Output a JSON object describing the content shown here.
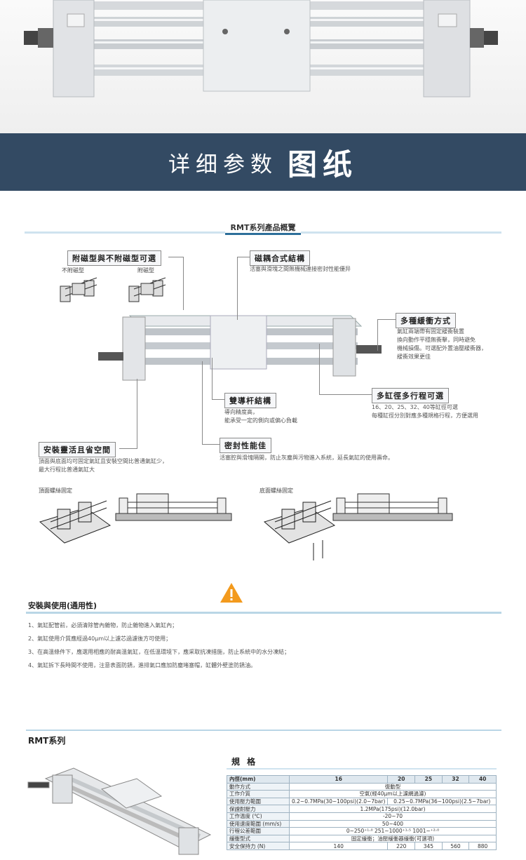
{
  "banner": {
    "thin": "详细参数",
    "bold": "图纸"
  },
  "overview": {
    "title": "RMT系列產品概覽",
    "tags": {
      "magnetic_choice": "附磁型與不附磁型可選",
      "magnetic_coupling": "磁耦合式結構",
      "buffer": "多種緩衝方式",
      "double_rod": "雙導杆結構",
      "multi_stroke": "多缸徑多行程可選",
      "install": "安裝靈活且省空間",
      "seal": "密封性能佳"
    },
    "subs": {
      "non_magnetic": "不附磁型",
      "magnetic": "附磁型",
      "top_mount": "頂面螺絲固定",
      "bottom_mount": "底面螺絲固定"
    },
    "notes": {
      "coupling": "活塞與滑塊之間無機械連接密封性能優异",
      "buffer_1": "氣缸兩端帶有固定緩衝裝置",
      "buffer_2": "換向動作平穩無衝擊，同時避免",
      "buffer_3": "機械損傷。可選配外置油壓緩衝器，",
      "buffer_4": "緩衝效果更佳",
      "double_rod_1": "導向精度高，",
      "double_rod_2": "能承受一定的側向或偏心負載",
      "stroke_1": "16、20、25、32、40等缸徑可選",
      "stroke_2": "每種缸徑分別對應多種規格行程，方便選用",
      "install_1": "頂面與底面均可固定氣缸且安裝空間比普通氣缸少，",
      "install_2": "最大行程比普通氣缸大",
      "seal": "活塞腔與滑塊隔開，防止灰塵與污物進入系統，延長氣缸的使用壽命。"
    }
  },
  "usage": {
    "title": "安裝與使用(通用性)",
    "items": [
      "1、氣缸配管前，必須清除管內雜物，防止雜物進入氣缸內；",
      "2、氣缸使用介質應經過40μm以上濾芯過濾後方可使用；",
      "3、在高溫條件下，應選用相應的耐高溫氣缸，在低溫環境下，應采取抗凍措施，防止系統中的水分凍結；",
      "4、氣缸拆下長時間不使用，注意表面防銹，進排氣口應加防塵堵塞帽，缸體外壁塗防銹油。"
    ]
  },
  "rmt": {
    "title": "RMT系列",
    "spec_title": "規 格",
    "table": {
      "header": [
        "內徑(mm)",
        "16",
        "20",
        "25",
        "32",
        "40"
      ],
      "rows": [
        {
          "label": "動作方式",
          "value": "復動型"
        },
        {
          "label": "工作介質",
          "value": "空氣(經40μm以上濾網過濾)"
        },
        {
          "label": "使用壓力範圍",
          "value_a": "0.2~0.7MPa(30~100psi)(2.0~7bar)",
          "value_b": "0.25~0.7MPa(36~100psi)(2.5~7bar)"
        },
        {
          "label": "保證耐壓力",
          "value": "1.2MPa(175psi)(12.0bar)"
        },
        {
          "label": "工作溫度 (℃)",
          "value": "-20~70"
        },
        {
          "label": "使用速度範圍 (mm/s)",
          "value": "50~400"
        },
        {
          "label": "行程公差範圍",
          "value": "0~250⁺¹·⁰   251~1000⁺¹·⁵   1001~⁺²·⁰"
        },
        {
          "label": "緩衝型式",
          "value": "固定緩衝；油壓緩衝器緩衝(可選項)"
        },
        {
          "label": "安全保持力 (N)",
          "cells": [
            "140",
            "220",
            "345",
            "560",
            "880"
          ]
        }
      ]
    }
  },
  "colors": {
    "banner": "#334a63",
    "accent": "#2d6f9a",
    "rule": "#b9d6e6",
    "warning": "#f39a1d"
  }
}
